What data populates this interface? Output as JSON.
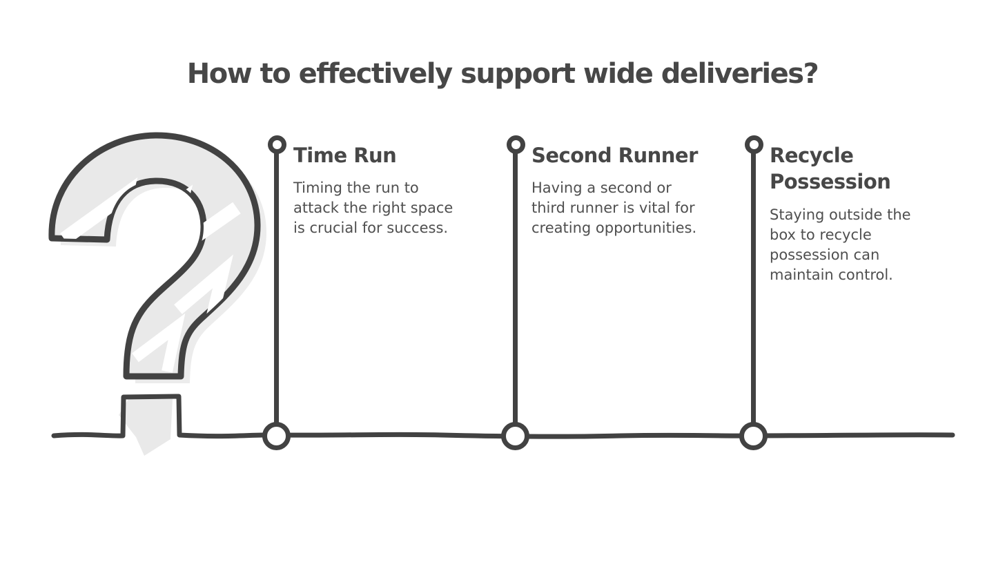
{
  "title": "How to effectively support wide deliveries?",
  "illustration": {
    "icon": "question-mark-icon",
    "description_of_visual": "large hand-drawn question mark, light gray fill with white arrow texture, square dot sitting on the baseline"
  },
  "timeline": {
    "items": [
      {
        "heading": "Time Run",
        "description": "Timing the run to\nattack the right space\nis crucial for success."
      },
      {
        "heading": "Second Runner",
        "description": "Having a second or\nthird runner is vital for\ncreating opportunities."
      },
      {
        "heading": "Recycle\nPossession",
        "description": "Staying outside the\nbox to recycle\npossession can\nmaintain control."
      }
    ]
  },
  "colors": {
    "background": "#ffffff",
    "stroke_dark": "#424242",
    "heading_text": "#474747",
    "body_text": "#4f4f4f",
    "fill_light_gray": "#e9e9e9",
    "shadow_gray": "#ececec"
  }
}
